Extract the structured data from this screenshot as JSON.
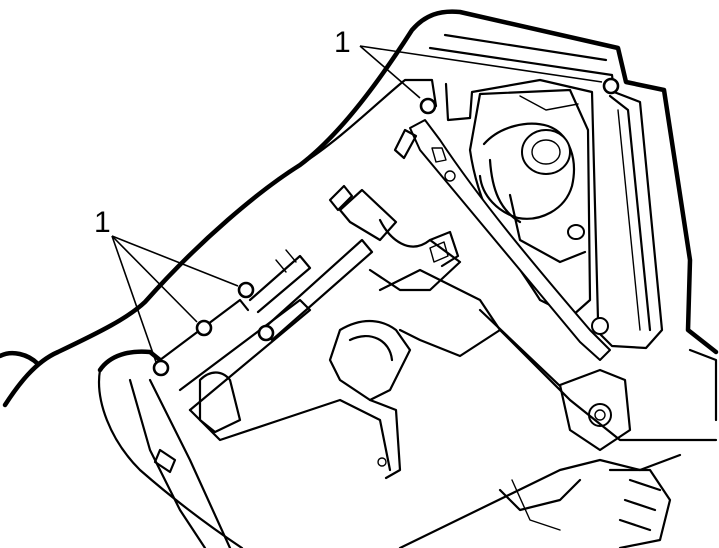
{
  "diagram": {
    "callouts": [
      {
        "id": "upper",
        "label": "1",
        "targets": 2
      },
      {
        "id": "lower",
        "label": "1",
        "targets": 3
      }
    ],
    "colors": {
      "ink": "#000000",
      "background": "#ffffff"
    }
  }
}
